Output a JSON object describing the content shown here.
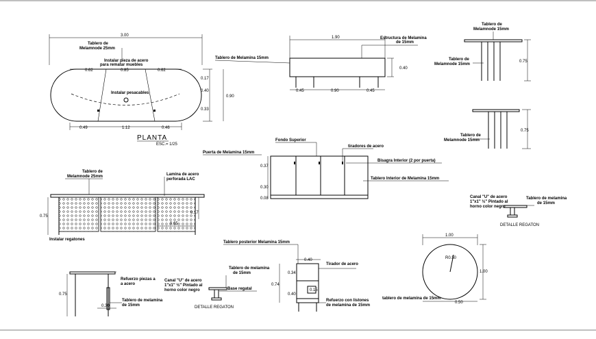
{
  "plan": {
    "dim_total": "3.00",
    "label_top": "Tablero de",
    "label_top2": "Melamnode 25mm",
    "label_sink": "Instalar pieza de acero",
    "label_sink2": "para rematar muebles",
    "label_center": "Instalar pesacables",
    "d_a": "0.62",
    "d_b": "0.85",
    "d_c": "0.62",
    "d_r1": "0.17",
    "d_r2": "0.40",
    "d_r3": "0.33",
    "d_rt": "0.90",
    "b_a": "0.49",
    "b_b": "1.12",
    "b_c": "0.46",
    "title": "PLANTA",
    "scale": "ESC.= 1/25"
  },
  "front_top": {
    "dim": "1.90",
    "label_right": "Estructura de Melamina",
    "label_right2": "de 15mm",
    "label_left": "Tablero de Melamina 15mm",
    "h": "0.40",
    "a": "0.45",
    "b": "0.90",
    "c": "0.45"
  },
  "side_small": {
    "label": "Tablero de",
    "label2": "Melamnode 15mm",
    "leg_label": "Tablero de",
    "leg_label2": "Melamnode 15mm",
    "h": "0.75"
  },
  "side_small2": {
    "label": "Tablero de",
    "label2": "Melamnode 15mm",
    "h": "0.75"
  },
  "elev": {
    "top_label": "Tablero de",
    "top_label2": "Melamnode 25mm",
    "right_label": "Lamina de acero",
    "right_label2": "perforada LAC",
    "h": "0.75",
    "h2": "0.17",
    "w": "0.65",
    "bottom": "Instalar regatones"
  },
  "cabinet": {
    "top_label": "Fondo Superior",
    "left_label": "Puerta de Melamina 15mm",
    "right_label": "tiradores de acero",
    "right2": "Bisagra Interior (2 por puerta)",
    "right3": "Tablero Interior de Melamina 15mm",
    "d1": "0.37",
    "d2": "0.30",
    "d3": "0.08"
  },
  "detail_right": {
    "l1": "Canal \"U\" de acero",
    "l2": "1\"x1\" ½\" Pintado al",
    "l3": "horno color negro",
    "r1": "Tablero de melamina",
    "r2": "de 15mm",
    "title": "DETALLE REGATON"
  },
  "circle": {
    "w": "1.00",
    "h": "1.00",
    "r": "R0.50",
    "bottom_label": "tablero de melamina de 15mm",
    "b": "0.50"
  },
  "bottom_left": {
    "h": "0.75",
    "r1": "Refuerzo piezas a",
    "r2": "a acero",
    "t1": "Tablero de melamina",
    "t2": "de 15mm",
    "w": "0.30"
  },
  "detail_mid": {
    "l1": "Canal \"U\" de acero",
    "l2": "1\"x1\" ½\" Pintado al",
    "l3": "horno color negro",
    "t1": "Tablero de melamina",
    "t2": "de 15mm",
    "base": "Base regatal",
    "title": "DETALLE REGATON"
  },
  "section": {
    "top_label": "Tablero posterior Melamina 15mm",
    "w": "0.40",
    "h_total": "0.74",
    "h1": "0.34",
    "h2": "0.40",
    "h3": "0.15",
    "right1": "Tirador de acero",
    "right2": "Refuerzo con listones",
    "right3": "de melamina de 15mm"
  }
}
